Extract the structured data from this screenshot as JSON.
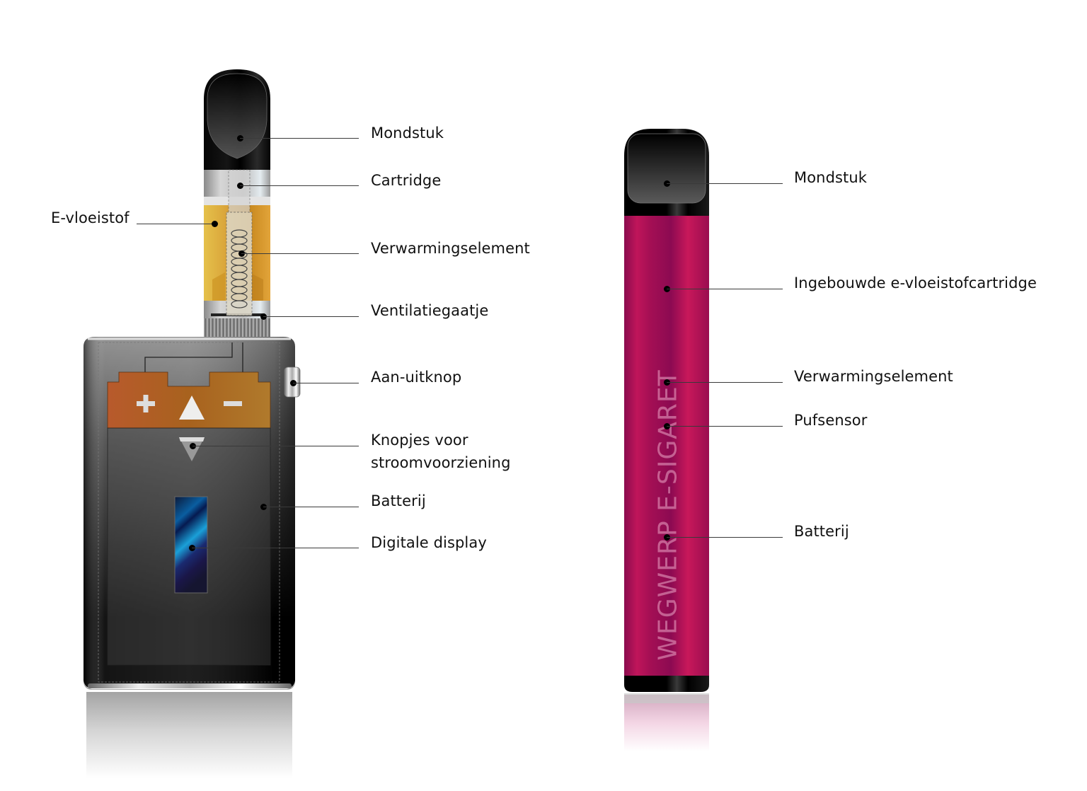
{
  "diagram": {
    "type": "labeled-product-illustration",
    "language": "nl",
    "colors": {
      "background": "#ffffff",
      "label_text": "#111111",
      "leader_line": "#3a3a3a",
      "mod_body": "#1a1a1a",
      "battery_copper": "#b5662a",
      "e_liquid": "#d9a23a",
      "display_blue": "#1a7fc4",
      "disposable_body": "#b8145a",
      "mouthpiece": "#0d0d0d"
    }
  },
  "left_device": {
    "name": "mod e-cigarette",
    "battery_symbols": {
      "plus": "+",
      "minus": "−"
    },
    "labels": [
      {
        "id": "mondstuk",
        "text": "Mondstuk",
        "side": "right"
      },
      {
        "id": "cartridge",
        "text": "Cartridge",
        "side": "right"
      },
      {
        "id": "e_vloeistof",
        "text": "E-vloeistof",
        "side": "left"
      },
      {
        "id": "verwarmingselement",
        "text": "Verwarmingselement",
        "side": "right"
      },
      {
        "id": "ventilatiegaatje",
        "text": "Ventilatiegaatje",
        "side": "right"
      },
      {
        "id": "aan_uitknop",
        "text": "Aan-uitknop",
        "side": "right"
      },
      {
        "id": "knopjes",
        "text": "Knopjes voor",
        "text_line2": "stroomvoorziening",
        "side": "right"
      },
      {
        "id": "batterij",
        "text": "Batterij",
        "side": "right"
      },
      {
        "id": "digitale_display",
        "text": "Digitale display",
        "side": "right"
      }
    ]
  },
  "right_device": {
    "name": "disposable e-cigarette",
    "body_text": "WEGWERP E-SIGARET",
    "labels": [
      {
        "id": "mondstuk",
        "text": "Mondstuk"
      },
      {
        "id": "ingebouwde_cartridge",
        "text": "Ingebouwde e-vloeistofcartridge"
      },
      {
        "id": "verwarmingselement",
        "text": "Verwarmingselement"
      },
      {
        "id": "pufsensor",
        "text": "Pufsensor"
      },
      {
        "id": "batterij",
        "text": "Batterij"
      }
    ]
  }
}
